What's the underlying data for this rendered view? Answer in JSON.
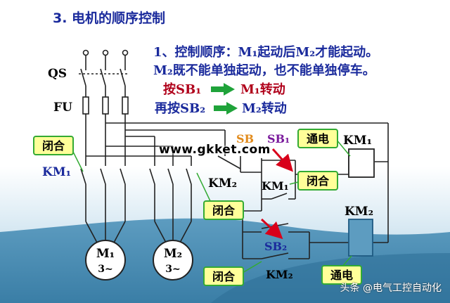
{
  "title": "3. 电机的顺序控制",
  "desc": {
    "line1": "1、控制顺序：M₁起动后M₂才能起动。",
    "line2": "M₂既不能单独起动，也不能单独停车。",
    "step1_key": "按SB₁",
    "step1_result": "M₁转动",
    "step2_key": "再按SB₂",
    "step2_result": "M₂转动"
  },
  "labels": {
    "qs": "QS",
    "fu": "FU",
    "km1_main": "KM₁",
    "km2_main": "KM₂",
    "km1_aux": "KM₁",
    "km2_aux": "KM₂",
    "km1_coil": "KM₁",
    "km2_coil": "KM₂",
    "sb": "SB",
    "sb1": "SB₁",
    "sb2": "SB₂",
    "m1_name": "M₁",
    "m1_type": "3~",
    "m2_name": "M₂",
    "m2_type": "3~"
  },
  "badges": {
    "closed_km1": "闭合",
    "closed_km2": "闭合",
    "closed_aux1": "闭合",
    "closed_aux2": "闭合",
    "energized1": "通电",
    "energized2": "通电"
  },
  "watermark": "www.gkket.com",
  "credit": "头条 @电气工控自动化",
  "colors": {
    "title": "#1a2a9c",
    "desc": "#1a2a9c",
    "highlight": "#b0001a",
    "wire": "#222222",
    "badge_bg": "#ffff99",
    "badge_border": "#33aa33",
    "badge_text": "#000000",
    "arrow": "#1fa33a",
    "bg_gradient_top": "#ffffff",
    "bg_gradient_bottom": "#aacfe4",
    "bg_lower": "#4b8fb5"
  }
}
